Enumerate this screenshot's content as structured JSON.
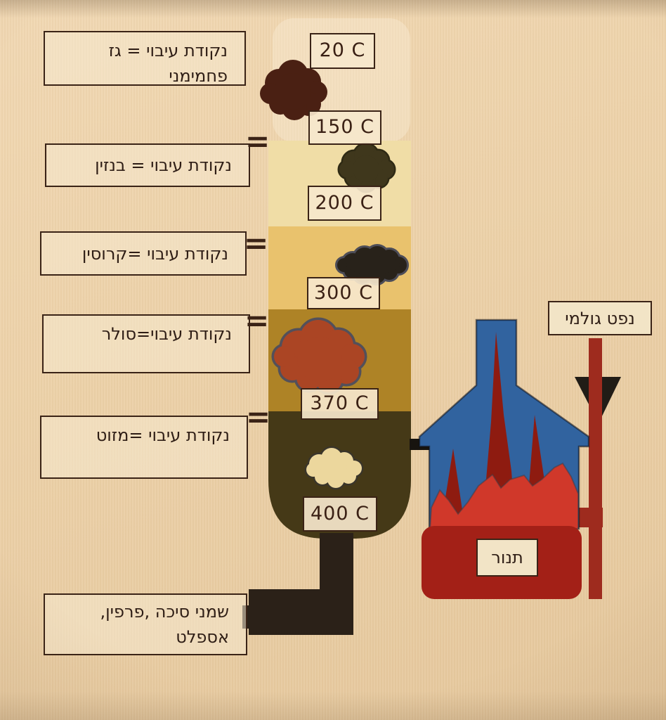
{
  "colors": {
    "bg": "#ecd1a8",
    "box-border": "#3a2316",
    "box-fill": "#f6e9cf",
    "text": "#2e1d15",
    "tower-top": "#f9eed8",
    "section-benzin": "#f0dda6",
    "section-kerosene": "#e9c26d",
    "section-solar": "#ae8326",
    "section-mazut": "#453917",
    "pipe-dark": "#2b2118",
    "furnace-blue": "#31639f",
    "flame-red": "#d0382a",
    "flame-dark": "#8e1b10",
    "furnace-base": "#a32017",
    "crude-pipe": "#9e2b1e",
    "funnel": "#211c16",
    "cloud-gas": "#4a2013",
    "cloud-benzin": "#3f371c",
    "cloud-benzin-outline": "#2f2a14",
    "cloud-kerosene": "#28221a",
    "cloud-kerosene-outline": "#4d4d58",
    "cloud-solar": "#ab4524",
    "cloud-solar-outline": "#53505a",
    "cloud-mazut": "#ecd79d",
    "cloud-mazut-outline": "#3a352a"
  },
  "labels": {
    "condensation_boxes": [
      {
        "id": "gas",
        "lines": [
          "נקודת עיבוי = גז",
          "פחמימני"
        ]
      },
      {
        "id": "benzin",
        "lines": [
          "נקודת עיבוי = בנזין"
        ]
      },
      {
        "id": "kerosene",
        "lines": [
          "נקודת עיבוי =קרוסין"
        ]
      },
      {
        "id": "solar",
        "lines": [
          "נקודת עיבוי=סולר"
        ]
      },
      {
        "id": "mazut",
        "lines": [
          "נקודת עיבוי =מזוט"
        ]
      },
      {
        "id": "residues",
        "lines": [
          "שמני סיכה ,פרפין,",
          "אספלט"
        ]
      }
    ],
    "equals_symbol": "=",
    "furnace": "תנור",
    "crude_oil": "נפט גולמי"
  },
  "temperatures": [
    "20 C",
    "150 C",
    "200 C",
    "300 C",
    "370 C",
    "400 C"
  ]
}
